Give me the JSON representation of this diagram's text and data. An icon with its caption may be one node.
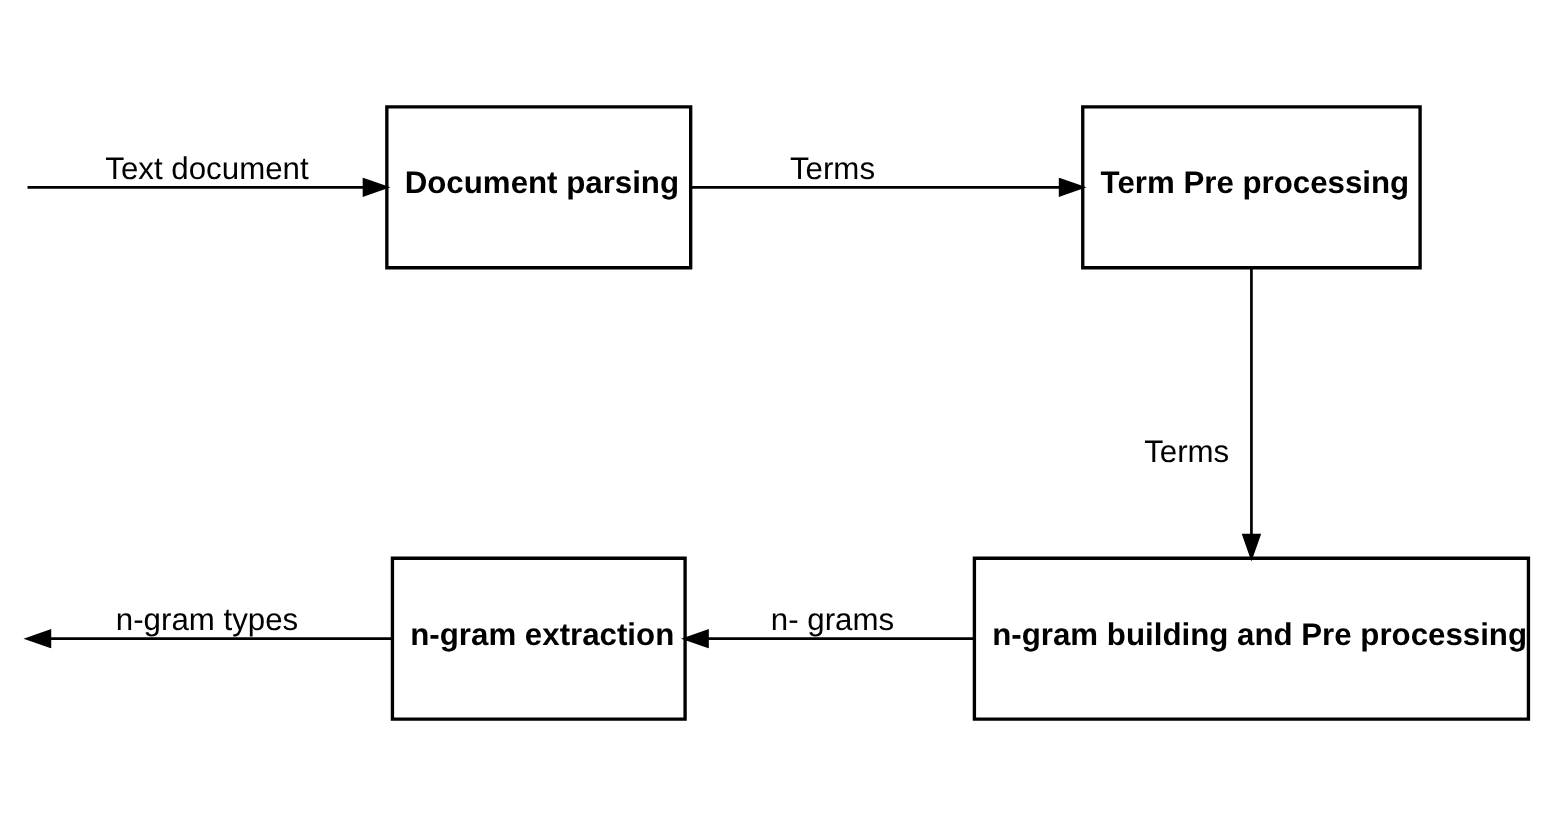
{
  "diagram": {
    "nodes": [
      {
        "text": [
          "Document parsing"
        ]
      },
      {
        "text": [
          "Term Pre processing"
        ]
      },
      {
        "text": [
          "n-gram building and Pre processing"
        ]
      },
      {
        "text": [
          "n-gram extraction"
        ]
      }
    ],
    "edges": [
      {
        "from": null,
        "to": 0,
        "arrow": "to",
        "label": "Text document"
      },
      {
        "from": 0,
        "to": 1,
        "arrow": "to",
        "label": "Terms"
      },
      {
        "from": 1,
        "to": 2,
        "arrow": "to",
        "label": "Terms"
      },
      {
        "from": 2,
        "to": 3,
        "arrow": "to",
        "label": "n- grams"
      },
      {
        "from": 3,
        "to": null,
        "arrow": "to",
        "label": "n-gram types"
      }
    ]
  }
}
